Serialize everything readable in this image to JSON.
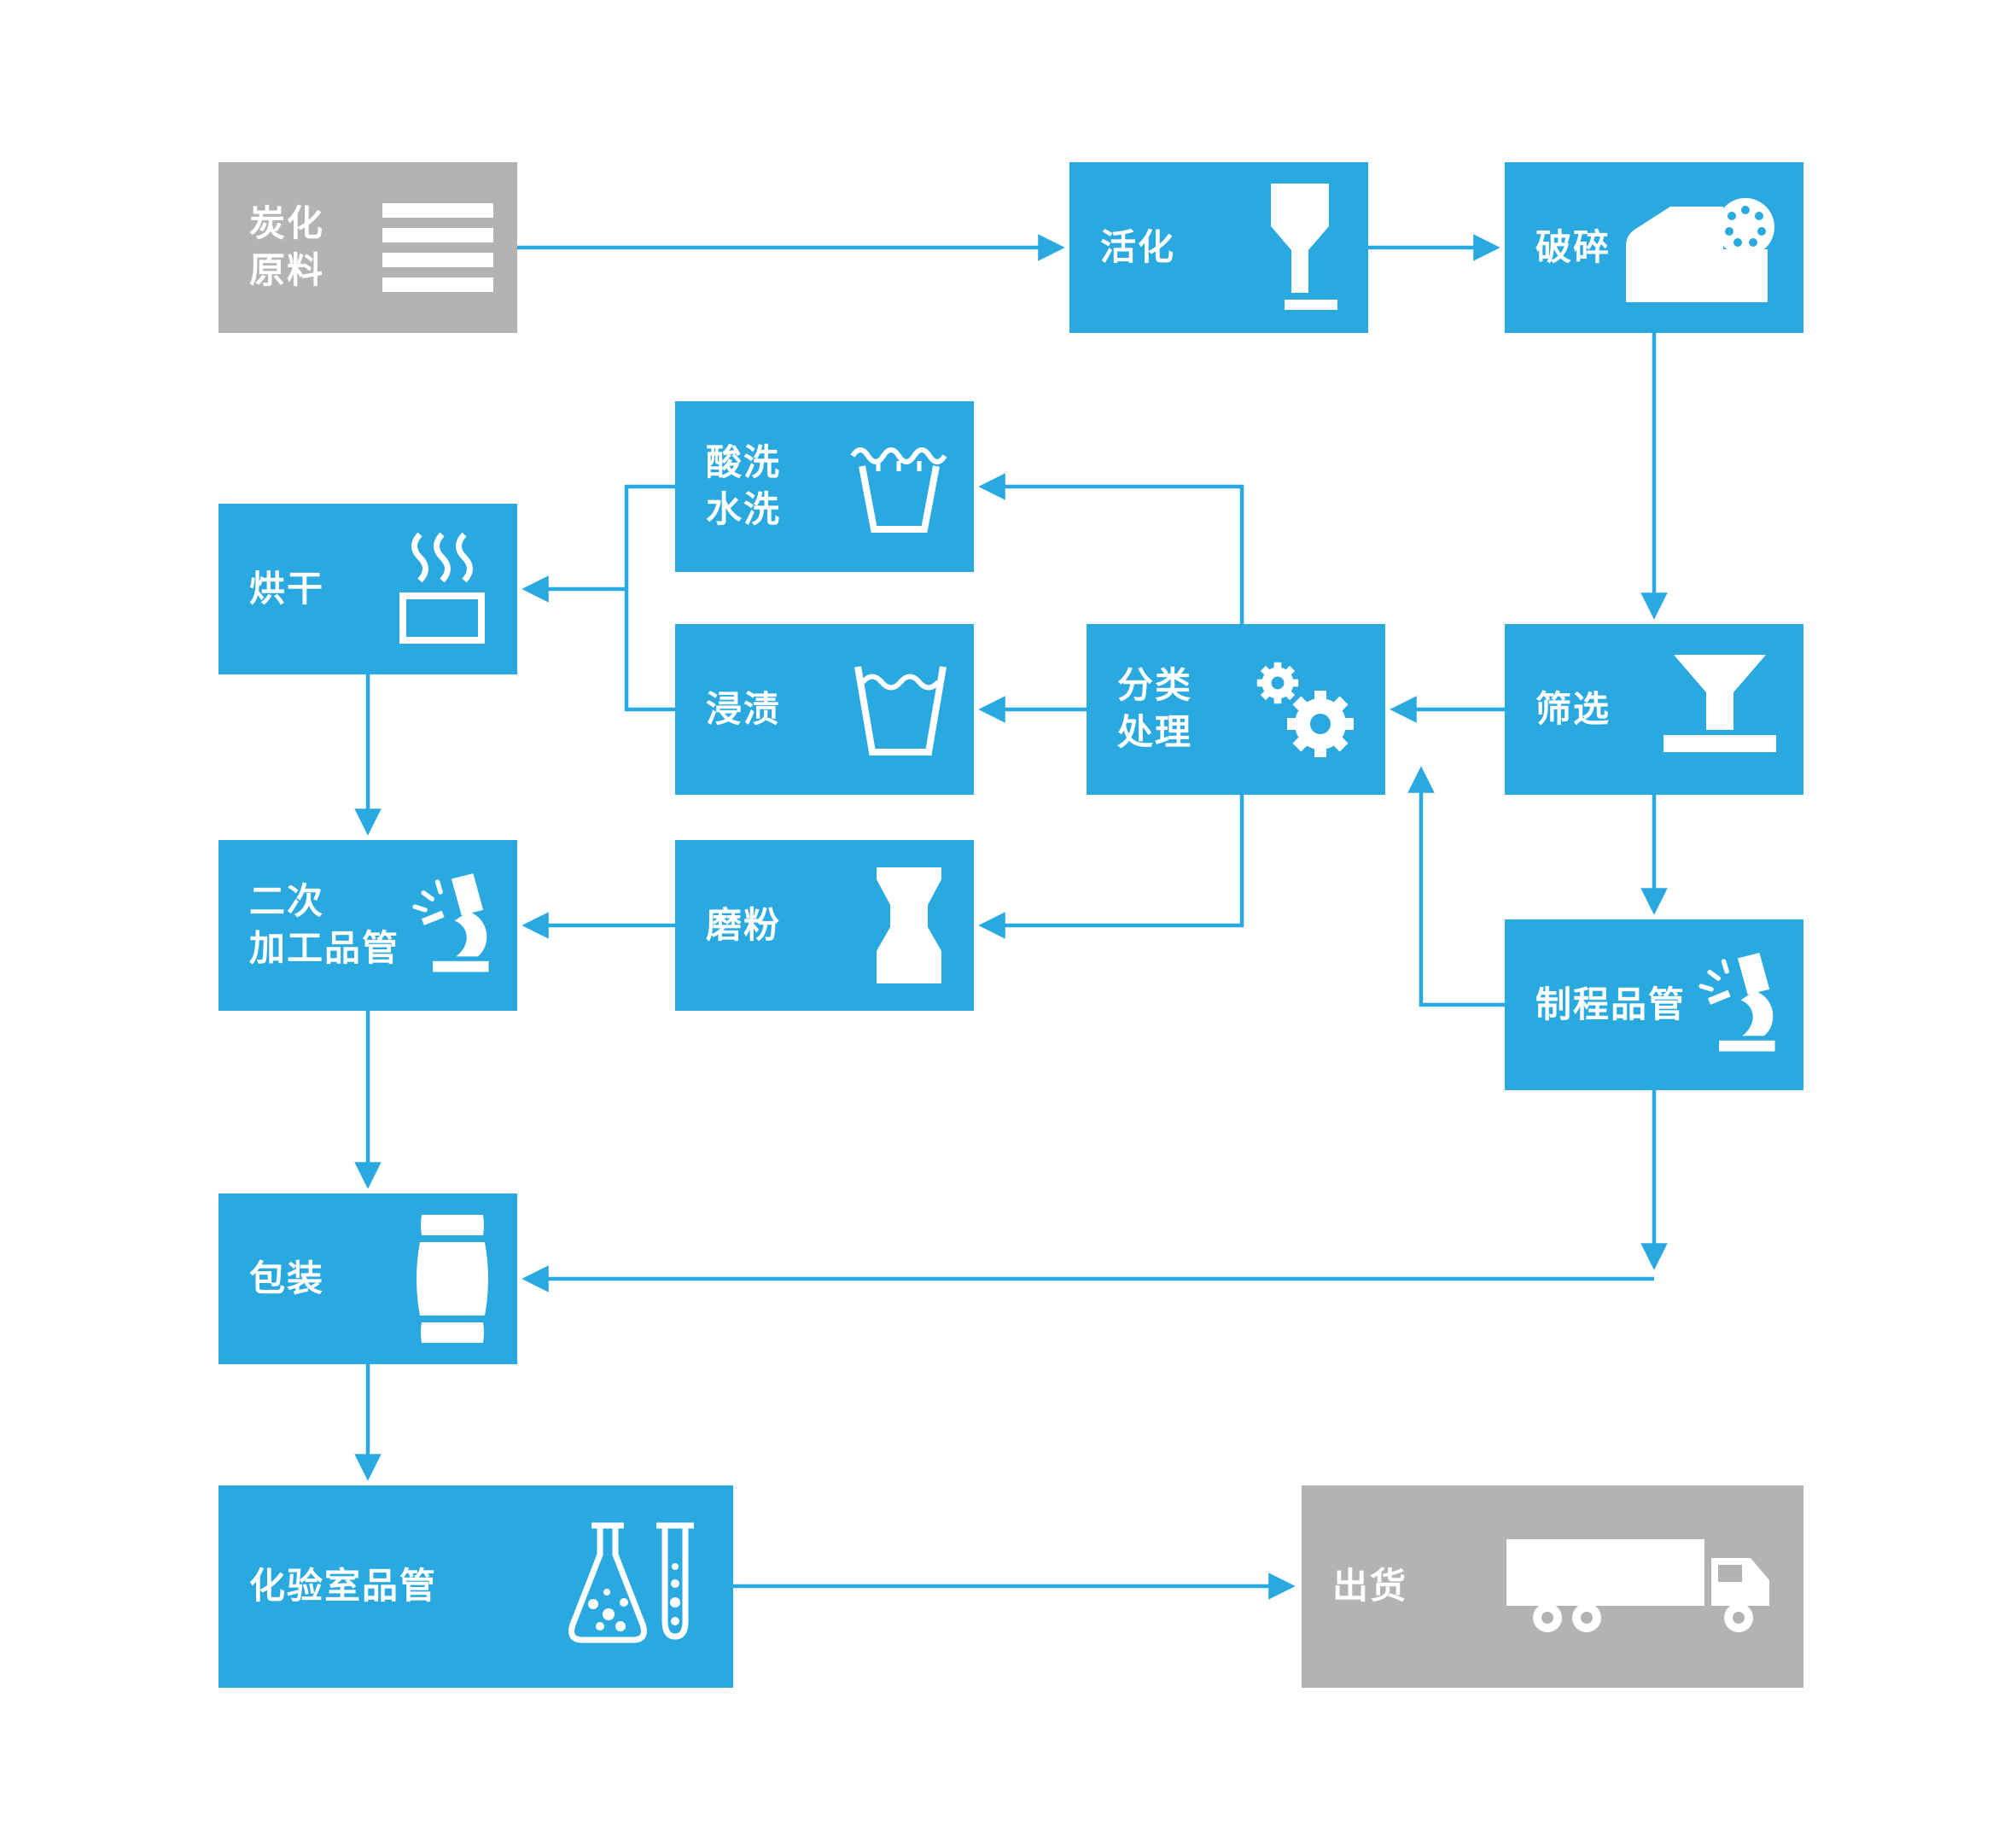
{
  "colors": {
    "primary": "#29A9E0",
    "neutral": "#B3B3B3",
    "icon_fill": "#FFFFFF",
    "label_text": "#FFFFFF",
    "background": "#FFFFFF",
    "arrow": "#29A9E0"
  },
  "diagram": {
    "type": "flowchart",
    "nodes": [
      {
        "id": "carbonized-material",
        "label": "炭化\n原料",
        "icon": "layers",
        "style": "neutral"
      },
      {
        "id": "activation",
        "label": "活化",
        "icon": "kiln-funnel",
        "style": "primary"
      },
      {
        "id": "crushing",
        "label": "破碎",
        "icon": "crusher-machine",
        "style": "primary"
      },
      {
        "id": "acid-water-wash",
        "label": "酸洗\n水洗",
        "icon": "beaker-wave",
        "style": "primary"
      },
      {
        "id": "drying",
        "label": "烘干",
        "icon": "steaming-cup",
        "style": "primary"
      },
      {
        "id": "impregnation",
        "label": "浸渍",
        "icon": "beaker",
        "style": "primary"
      },
      {
        "id": "classification",
        "label": "分类\n处理",
        "icon": "gears",
        "style": "primary"
      },
      {
        "id": "screening",
        "label": "筛选",
        "icon": "sieve-hopper",
        "style": "primary"
      },
      {
        "id": "secondary-processing-qc",
        "label": "二次\n加工品管",
        "icon": "microscope",
        "style": "primary"
      },
      {
        "id": "milling",
        "label": "磨粉",
        "icon": "grinder",
        "style": "primary"
      },
      {
        "id": "process-qc",
        "label": "制程品管",
        "icon": "microscope",
        "style": "primary"
      },
      {
        "id": "packaging",
        "label": "包装",
        "icon": "package-bag",
        "style": "primary"
      },
      {
        "id": "laboratory-qc",
        "label": "化验室品管",
        "icon": "lab-flasks",
        "style": "primary"
      },
      {
        "id": "shipping",
        "label": "出货",
        "icon": "truck",
        "style": "neutral"
      }
    ],
    "edges": [
      {
        "from": "carbonized-material",
        "to": "activation"
      },
      {
        "from": "activation",
        "to": "crushing"
      },
      {
        "from": "crushing",
        "to": "screening"
      },
      {
        "from": "screening",
        "to": "classification"
      },
      {
        "from": "classification",
        "to": "acid-water-wash"
      },
      {
        "from": "classification",
        "to": "impregnation"
      },
      {
        "from": "acid-water-wash",
        "to": "drying"
      },
      {
        "from": "impregnation",
        "to": "drying"
      },
      {
        "from": "drying",
        "to": "secondary-processing-qc"
      },
      {
        "from": "classification",
        "to": "milling"
      },
      {
        "from": "milling",
        "to": "secondary-processing-qc"
      },
      {
        "from": "screening",
        "to": "process-qc"
      },
      {
        "from": "process-qc",
        "to": "classification"
      },
      {
        "from": "process-qc",
        "to": "packaging"
      },
      {
        "from": "secondary-processing-qc",
        "to": "packaging"
      },
      {
        "from": "packaging",
        "to": "laboratory-qc"
      },
      {
        "from": "laboratory-qc",
        "to": "shipping"
      }
    ]
  }
}
